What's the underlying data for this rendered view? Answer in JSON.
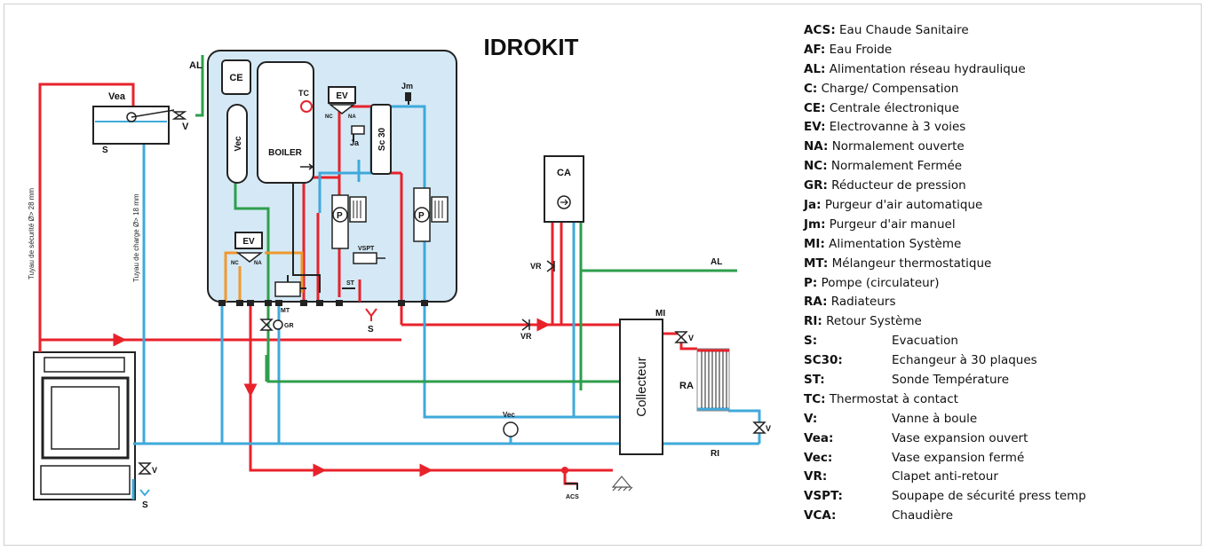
{
  "diagram": {
    "title": "IDROKIT",
    "labels": {
      "al_top": "AL",
      "vea": "Vea",
      "v_top": "V",
      "s_top": "S",
      "ce": "CE",
      "vec_tank": "Vec",
      "boiler": "BOILER",
      "tc": "TC",
      "ev_top": "EV",
      "nc_top": "NC",
      "na_top": "NA",
      "ja": "Ja",
      "jm": "Jm",
      "sc30": "Sc 30",
      "p_left": "P",
      "p_right": "P",
      "vspt": "VSPT",
      "st": "ST",
      "ev_bottom": "EV",
      "nc_bottom": "NC",
      "na_bottom": "NA",
      "mt": "MT",
      "gr": "GR",
      "s_mid": "S",
      "ca": "CA",
      "vr_top": "VR",
      "al_right": "AL",
      "vr_mid": "VR",
      "mi": "MI",
      "v_ra": "V",
      "collecteur": "Collecteur",
      "ra": "RA",
      "v_ri": "V",
      "ri": "RI",
      "vec_bottom": "Vec",
      "acs": "ACS",
      "v_bottom": "V",
      "s_bottom": "S",
      "pipe_securite": "Tuyau de sécurité Ø> 28 mm",
      "pipe_charge": "Tuyau de charge Ø> 18 mm"
    },
    "colors": {
      "hot": "#e8222b",
      "cold": "#3fa9db",
      "green": "#2e9e4c",
      "orange": "#f0982e",
      "dark": "#222222",
      "panel": "#d4e9f5"
    }
  },
  "legend": [
    {
      "key": "ACS:",
      "desc": "Eau Chaude Sanitaire",
      "tab": false
    },
    {
      "key": "AF:",
      "desc": "Eau Froide",
      "tab": false
    },
    {
      "key": "AL:",
      "desc": "Alimentation réseau hydraulique",
      "tab": false
    },
    {
      "key": "C:",
      "desc": "Charge/ Compensation",
      "tab": false
    },
    {
      "key": "CE:",
      "desc": "Centrale électronique",
      "tab": false
    },
    {
      "key": "EV:",
      "desc": "Electrovanne à 3 voies",
      "tab": false
    },
    {
      "key": "NA:",
      "desc": "Normalement ouverte",
      "tab": false
    },
    {
      "key": "NC:",
      "desc": "Normalement Fermée",
      "tab": false
    },
    {
      "key": "GR:",
      "desc": "Réducteur de pression",
      "tab": false
    },
    {
      "key": "Ja:",
      "desc": "Purgeur d'air automatique",
      "tab": false
    },
    {
      "key": "Jm:",
      "desc": " Purgeur d'air manuel",
      "tab": false
    },
    {
      "key": "MI:",
      "desc": " Alimentation Système",
      "tab": false
    },
    {
      "key": "MT:",
      "desc": "Mélangeur thermostatique",
      "tab": false
    },
    {
      "key": "P:",
      "desc": "Pompe (circulateur)",
      "tab": false
    },
    {
      "key": "RA:",
      "desc": " Radiateurs",
      "tab": false
    },
    {
      "key": "RI:",
      "desc": " Retour Système",
      "tab": false
    },
    {
      "key": "S:",
      "desc": "Evacuation",
      "tab": true
    },
    {
      "key": "SC30:",
      "desc": "Echangeur à 30 plaques",
      "tab": true
    },
    {
      "key": "ST:",
      "desc": " Sonde Température",
      "tab": true
    },
    {
      "key": "TC:",
      "desc": "Thermostat à contact",
      "tab": false
    },
    {
      "key": "V:",
      "desc": "Vanne à boule",
      "tab": true
    },
    {
      "key": "Vea:",
      "desc": "Vase expansion ouvert",
      "tab": true
    },
    {
      "key": "Vec:",
      "desc": " Vase expansion fermé",
      "tab": true
    },
    {
      "key": "VR:",
      "desc": "Clapet anti-retour",
      "tab": true
    },
    {
      "key": "VSPT:",
      "desc": "Soupape de sécurité press temp",
      "tab": true
    },
    {
      "key": "VCA:",
      "desc": "Chaudière",
      "tab": true
    }
  ]
}
